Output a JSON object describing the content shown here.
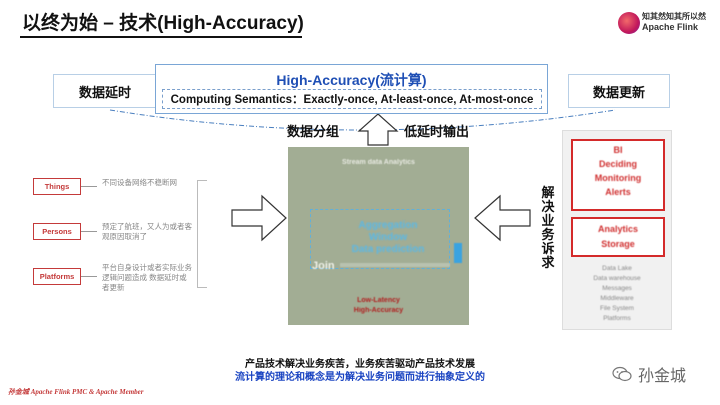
{
  "title": "以终为始 – 技术(High-Accuracy)",
  "logo": {
    "line1": "知其然知其所以然",
    "line2": "Apache Flink"
  },
  "top": {
    "left_label": "数据延时",
    "right_label": "数据更新",
    "center_title": "High-Accuracy(流计算)",
    "center_subtitle": "Computing Semantics：Exactly-once, At-least-once, At-most-once"
  },
  "labels": {
    "group": "数据分组",
    "low_latency_output": "低延时输出"
  },
  "panel": {
    "title": "Stream data Analytics",
    "lines": [
      "Aggregation",
      "Window",
      "Data prediction"
    ],
    "join": "Join",
    "footer": [
      "Low-Latency",
      "High-Accuracy"
    ]
  },
  "left_items": [
    {
      "tag": "Things",
      "desc": "不同设备网络不稳断网"
    },
    {
      "tag": "Persons",
      "desc": "预定了航班，又人为或者客观原因取消了"
    },
    {
      "tag": "Platforms",
      "desc": "平台自身设计或者实际业务逻辑问题造成 数据延时或者更新"
    }
  ],
  "right_vertical": "解决业务诉求",
  "right_panel": {
    "box1": [
      "BI",
      "Deciding",
      "Monitoring",
      "Alerts"
    ],
    "box2": [
      "Analytics",
      "Storage"
    ],
    "list": [
      "Data Lake",
      "Data warehouse",
      "Messages",
      "Middleware",
      "File System",
      "Platforms"
    ]
  },
  "bottom": {
    "line1": "产品技术解决业务疾苦，业务疾苦驱动产品技术发展",
    "line2": "流计算的理论和概念是为解决业务问题而进行抽象定义的"
  },
  "footer": "孙金城 Apache Flink PMC & Apache Member",
  "watermark": "孙金城",
  "colors": {
    "accent_blue": "#1f4fb5",
    "accent_red": "#c43a3a",
    "panel_bg": "#a2ad94"
  }
}
